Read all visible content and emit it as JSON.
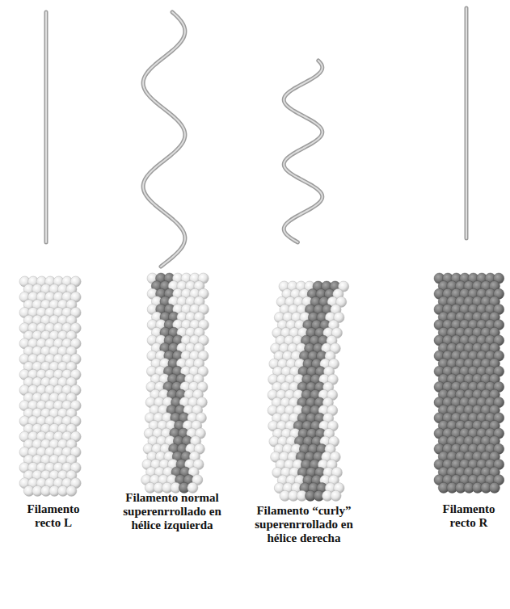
{
  "diagram": {
    "labels": [
      "Filamento recto L",
      "Filamento normal superenrrollado en hélice izquierda",
      "Filamento “curly” superenrrollado en hélice derecha",
      "Filamento recto R"
    ]
  }
}
